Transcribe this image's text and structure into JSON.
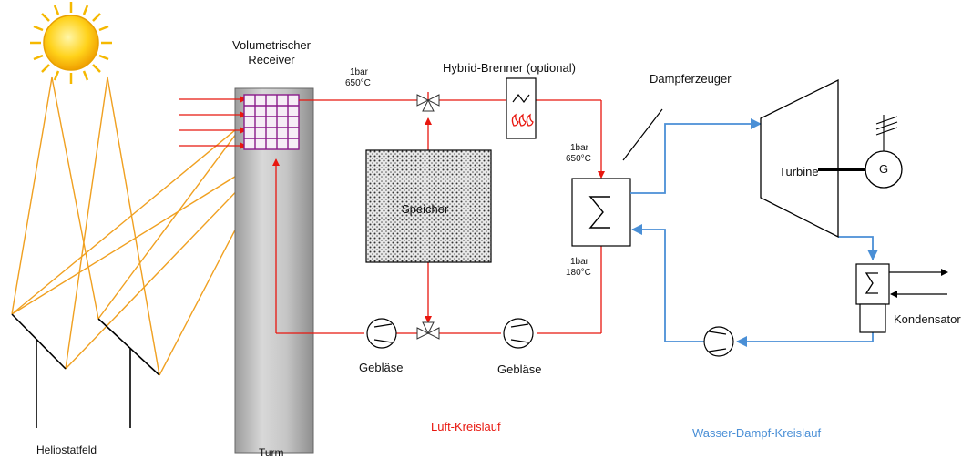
{
  "labels": {
    "receiver_line1": "Volumetrischer",
    "receiver_line2": "Receiver",
    "hot_air_top_pressure": "1bar",
    "hot_air_top_temp": "650°C",
    "hybrid_burner": "Hybrid-Brenner (optional)",
    "steam_generator": "Dampferzeuger",
    "hx_in_pressure": "1bar",
    "hx_in_temp": "650°C",
    "hx_out_pressure": "1bar",
    "hx_out_temp": "180°C",
    "storage": "Speicher",
    "turbine": "Turbine",
    "generator": "G",
    "blower_left": "Gebläse",
    "blower_right": "Gebläse",
    "condenser": "Kondensator",
    "air_loop": "Luft-Kreislauf",
    "water_steam_loop": "Wasser-Dampf-Kreislauf",
    "heliostat_field": "Heliostatfeld",
    "tower": "Turm"
  },
  "colors": {
    "air_loop": "#e8170f",
    "water_loop": "#4a8fd6",
    "solar_rays": "#f0a020",
    "receiver_grid": "#8a1a8a",
    "tower_fill": "#b8b8b8"
  },
  "icons": {
    "sun": "sun-icon",
    "valves": "three-way-valve-icon",
    "burner_flames": "flame-icon",
    "heat_exchanger": "heat-exchanger-icon",
    "pump": "pump-icon",
    "antenna": "grid-connection-icon"
  }
}
